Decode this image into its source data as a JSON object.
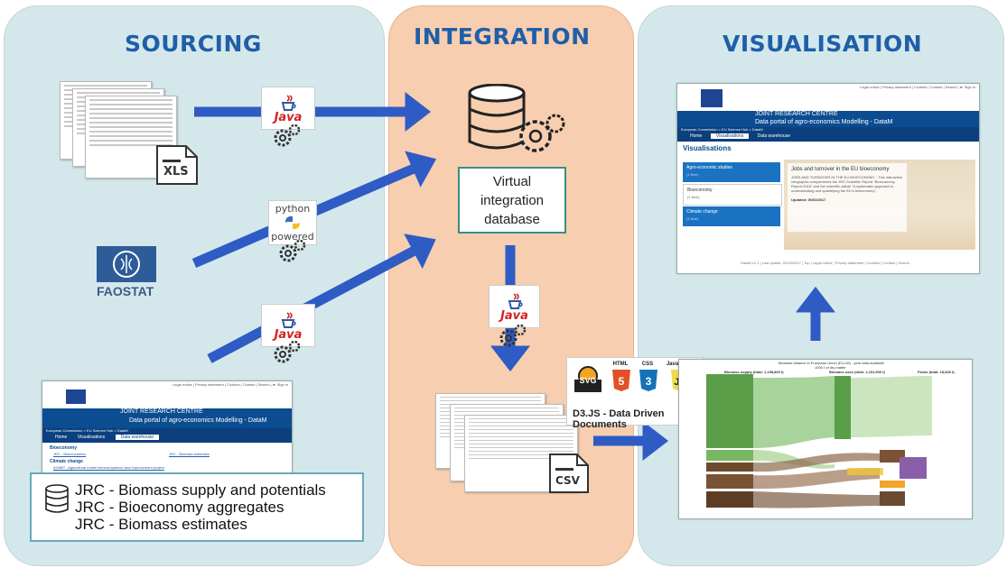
{
  "titles": {
    "sourcing": "SOURCING",
    "integration": "INTEGRATION",
    "visualisation": "VISUALISATION"
  },
  "sourcing": {
    "xls_label": "XLS",
    "faostat_label": "FAOSTAT",
    "python_top": "python",
    "python_bottom": "powered",
    "java_label": "Java",
    "portal": {
      "top_links": "Legal notice | Privacy statement | Cookies | Contact | Search | ► Sign in",
      "org": "JOINT RESEARCH CENTRE",
      "subtitle": "Data portal of agro-economics Modelling - DataM",
      "breadcrumb": "European Commission > EU Science Hub > DataM",
      "tabs": [
        "Home",
        "Visualisations",
        "Data warehouse"
      ],
      "section1": "Bioeconomy",
      "link1": "JRC - Bioeconomics",
      "link2": "JRC - Biomass estimates",
      "section2": "Climate change",
      "link3": "AGMIP - Agricultural model intercomparison and improvement project"
    },
    "datasets": [
      "JRC - Biomass supply and potentials",
      "JRC - Bioeconomy aggregates",
      "JRC - Biomass estimates"
    ]
  },
  "integration": {
    "vdb_label": [
      "Virtual",
      "integration",
      "database"
    ],
    "java_label": "Java",
    "csv_label": "CSV"
  },
  "d3": {
    "svg": "SVG",
    "html": "HTML",
    "css": "CSS",
    "js": "JavaScript",
    "title": "D3.JS - Data Driven Documents"
  },
  "visualisation": {
    "portal": {
      "top_links": "Legal notice | Privacy statement | Cookies | Contact | Search | ► Sign in",
      "org": "JOINT RESEARCH CENTRE",
      "subtitle": "Data portal of agro-economics Modelling - DataM",
      "breadcrumb": "European Commission > EU Science Hub > DataM",
      "tabs": [
        "Home",
        "Visualisations",
        "Data warehouse"
      ],
      "heading": "Visualisations",
      "menu": [
        {
          "label": "Agro-economic studies",
          "count": "(1 item)"
        },
        {
          "label": "Bioeconomy",
          "count": "(1 item)"
        },
        {
          "label": "Climate change",
          "count": "(1 item)"
        }
      ],
      "card_title": "Jobs and turnover in the EU bioeconomy",
      "card_text": "JOBS AND TURNOVER IN THE EU BIOECONOMY - This interactive infographic complements the JRC Scientific Report \"Bioeconomy Report 2016\" and the scientific article \"A systematic approach to understanding and quantifying the EU's bioeconomy\".",
      "card_updated": "Updated: 06/03/2017",
      "footer": "DataM v1.1 | Last update: 02/03/2017 | Top | Legal notice | Privacy statement | Cookies | Contact | Search"
    },
    "sankey": {
      "title": "Biomass balance in European Union (EU-28) - year data available",
      "subtitle": "1000 t of dry matter",
      "col1": "Biomass supply (total: 1,198,800 t)",
      "col2": "Biomass uses (total: 1,151,900 t)",
      "col3": "Flows (total: 15,840 t)"
    }
  },
  "colors": {
    "arrow": "#2f5bc4",
    "panel_blue": "#d4e8ec",
    "panel_orange": "#f7ceb0",
    "title_blue": "#1f5fa8",
    "jrc_blue": "#0c4c91",
    "vdb_border": "#3a8f82"
  }
}
